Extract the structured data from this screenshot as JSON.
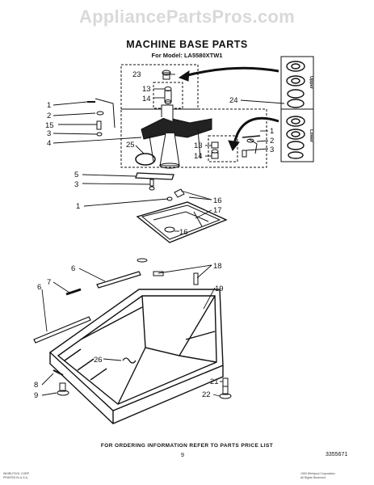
{
  "watermark": "AppliancePartsPros.com",
  "title": "MACHINE BASE PARTS",
  "model": "For Model: LA5580XTW1",
  "footer": "FOR ORDERING INFORMATION REFER TO PARTS PRICE LIST",
  "page_number": "9",
  "part_number": "3355671",
  "side_labels": {
    "upper": "Upper",
    "lower": "Lower"
  },
  "callouts": {
    "c1a": "1",
    "c2a": "2",
    "c15": "15",
    "c3a": "3",
    "c4": "4",
    "c23": "23",
    "c13a": "13",
    "c14a": "14",
    "c24": "24",
    "c25": "25",
    "c13b": "13",
    "c14b": "14",
    "c1b": "1",
    "c2b": "2",
    "c3b": "3",
    "c5": "5",
    "c3c": "3",
    "c1c": "1",
    "c16a": "16",
    "c17": "17",
    "c16b": "16",
    "c6a": "6",
    "c18": "18",
    "c7": "7",
    "c6b": "6",
    "c19": "19",
    "c26": "26",
    "c21": "21",
    "c8": "8",
    "c22": "22",
    "c9": "9"
  },
  "fine_print": {
    "left_1": "WHIRLPOOL CORP.",
    "left_2": "PRINTED IN U.S.A.",
    "right_1": "1990 Whirlpool Corporation",
    "right_2": "All Rights Reserved"
  }
}
